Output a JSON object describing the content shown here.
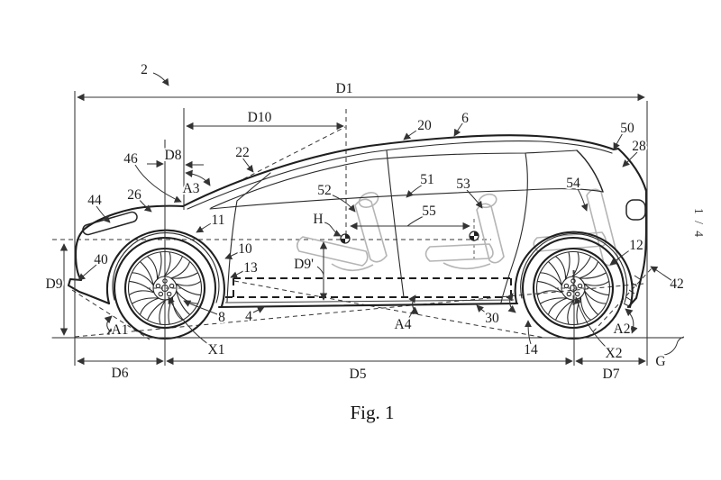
{
  "figure": {
    "caption": "Fig. 1",
    "sheet": "1 / 4",
    "colors": {
      "ink": "#1f1f1f",
      "seat_gray": "#b5b5b5",
      "background": "#ffffff"
    },
    "labels": {
      "ref2": "2",
      "d1": "D1",
      "d10": "D10",
      "d8": "D8",
      "d9": "D9",
      "d9p": "D9'",
      "d5": "D5",
      "d6": "D6",
      "d7": "D7",
      "a1": "A1",
      "a2": "A2",
      "a3": "A3",
      "a4": "A4",
      "x1": "X1",
      "x2": "X2",
      "h": "H",
      "g": "G",
      "n4": "4",
      "n6": "6",
      "n8": "8",
      "n10": "10",
      "n11": "11",
      "n12": "12",
      "n13": "13",
      "n14": "14",
      "n20": "20",
      "n22": "22",
      "n26": "26",
      "n28": "28",
      "n30": "30",
      "n40": "40",
      "n42": "42",
      "n44": "44",
      "n46": "46",
      "n50": "50",
      "n51": "51",
      "n52": "52",
      "n53": "53",
      "n54": "54",
      "n55": "55"
    }
  }
}
